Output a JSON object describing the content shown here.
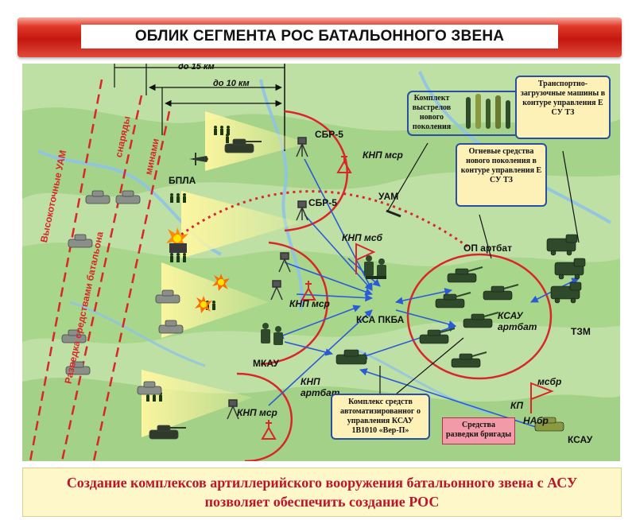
{
  "title": "ОБЛИК СЕГМЕНТА РОС БАТАЛЬОННОГО ЗВЕНА",
  "distances": {
    "d15": "до 15 км",
    "d10": "до 10 км"
  },
  "zones": {
    "uam": "Высокоточные УАМ",
    "snaryady": "снаряды",
    "miny": "минами",
    "razvedka": "Разведка средствами батальона"
  },
  "labels": {
    "bpla": "БПЛА",
    "sbr5_top": "СБР-5",
    "sbr5_mid": "СБР-5",
    "knp_msr_top": "КНП мср",
    "knp_msb": "КНП мсб",
    "knp_msr_mid": "КНП мср",
    "knp_msr_bot": "КНП мср",
    "knp_artbat": "КНП артбат",
    "uam": "УАМ",
    "ksa_pkba": "КСА ПКБА",
    "mkau": "МКАУ",
    "op_artbat": "ОП артбат",
    "ksau_artbat": "КСАУ артбат",
    "tzm": "ТЗМ",
    "kp": "КП",
    "msbr": "мсбр",
    "nabr": "НАбр",
    "ksau": "КСАУ"
  },
  "callouts": {
    "komplekt": "Комплект выстрелов нового поколения",
    "ognevye": "Огневые средства нового поколения в контуре управления Е СУ ТЗ",
    "transport": "Транспортно-загрузочные машины в контуре управления Е СУ ТЗ",
    "kompleks": "Комплекс средств автоматизированног о управления КСАУ 1В1010 «Вер-П»",
    "sredstva": "Средства разведки бригады"
  },
  "bottom": {
    "line1": "Создание комплексов артиллерийского вооружения батальонного звена с АСУ",
    "line2": "позволяет  обеспечить создание РОС"
  },
  "colors": {
    "title_red": "#c4170f",
    "arc_red": "#d8262a",
    "arrow_blue": "#2a5bd6",
    "box_border": "#2a4f9e",
    "box_fill": "#fdf1b8",
    "bottom_text": "#c0142a",
    "map_green": "#a9d48a",
    "water_blue": "#8fc3e6"
  }
}
